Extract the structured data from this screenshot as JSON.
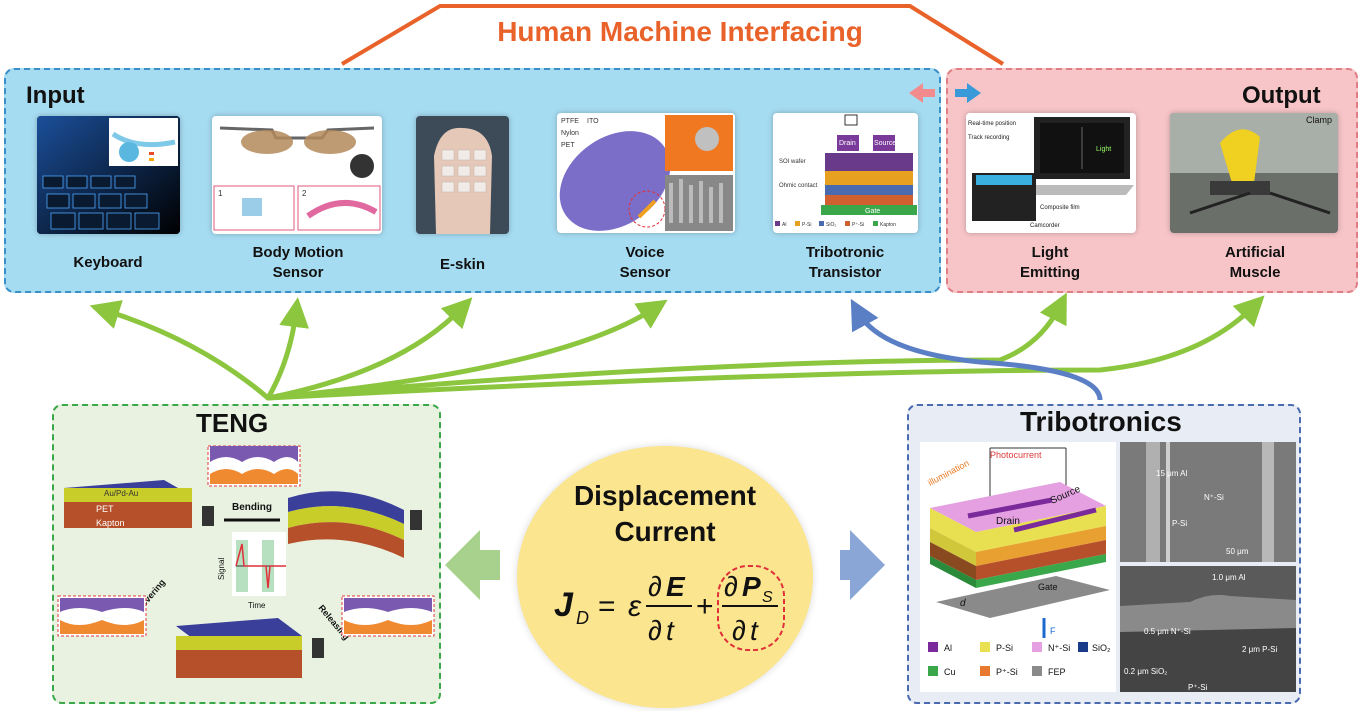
{
  "header": {
    "title": "Human Machine Interfacing"
  },
  "input_panel": {
    "title": "Input",
    "items": [
      {
        "label": "Keyboard"
      },
      {
        "label": "Body Motion\nSensor"
      },
      {
        "label": "E-skin"
      },
      {
        "label": "Voice\nSensor"
      },
      {
        "label": "Tribotronic\nTransistor"
      }
    ]
  },
  "output_panel": {
    "title": "Output",
    "items": [
      {
        "label": "Light\nEmitting"
      },
      {
        "label": "Artificial\nMuscle"
      }
    ]
  },
  "teng_panel": {
    "title": "TENG",
    "layers": [
      "Au/Pd-Au",
      "PET",
      "Kapton"
    ],
    "states": [
      "Bending",
      "Releasing",
      "Recovering"
    ],
    "signal_axis": "Signal",
    "time_axis": "Time"
  },
  "center": {
    "title_line1": "Displacement",
    "title_line2": "Current"
  },
  "tribotronics_panel": {
    "title": "Tribotronics",
    "diagram_labels": {
      "illumination": "illumination",
      "photocurrent": "Photocurrent",
      "drain": "Drain",
      "source": "Source",
      "gate": "Gate",
      "d": "d",
      "f": "F"
    },
    "legend": [
      "Al",
      "P-Si",
      "N⁺-Si",
      "SiO₂",
      "Cu",
      "P⁺-Si",
      "FEP"
    ],
    "sem_labels": [
      "15 μm Al",
      "N⁺-Si",
      "P-Si",
      "50 μm",
      "1.0 μm Al",
      "0.5 μm N⁺-Si",
      "2 μm P-Si",
      "0.2 μm SiO₂",
      "P⁺-Si"
    ]
  },
  "thumbnails": {
    "voice_text": [
      "PTFE",
      "ITO",
      "Nylon",
      "PET"
    ],
    "transistor_text": [
      "Drain",
      "Source",
      "SOI wafer",
      "Ohmic contact",
      "Gate",
      "Al",
      "P-Si",
      "SiO₂",
      "P⁺-Si",
      "Kapton"
    ],
    "light_text": [
      "Real-time position",
      "Track recording",
      "Composite film",
      "Camcorder",
      "Light"
    ],
    "muscle_text": "Clamp"
  },
  "colors": {
    "header": "#e8622a",
    "input_bg": "#a6dcf2",
    "output_bg": "#f7c5c8",
    "teng_bg": "#e9f2e1",
    "tribo_bg": "#e7ecf5",
    "green_arrow": "#8cc63f",
    "blue_arrow": "#5b7fc4",
    "center_bg": "#fbe58e"
  }
}
